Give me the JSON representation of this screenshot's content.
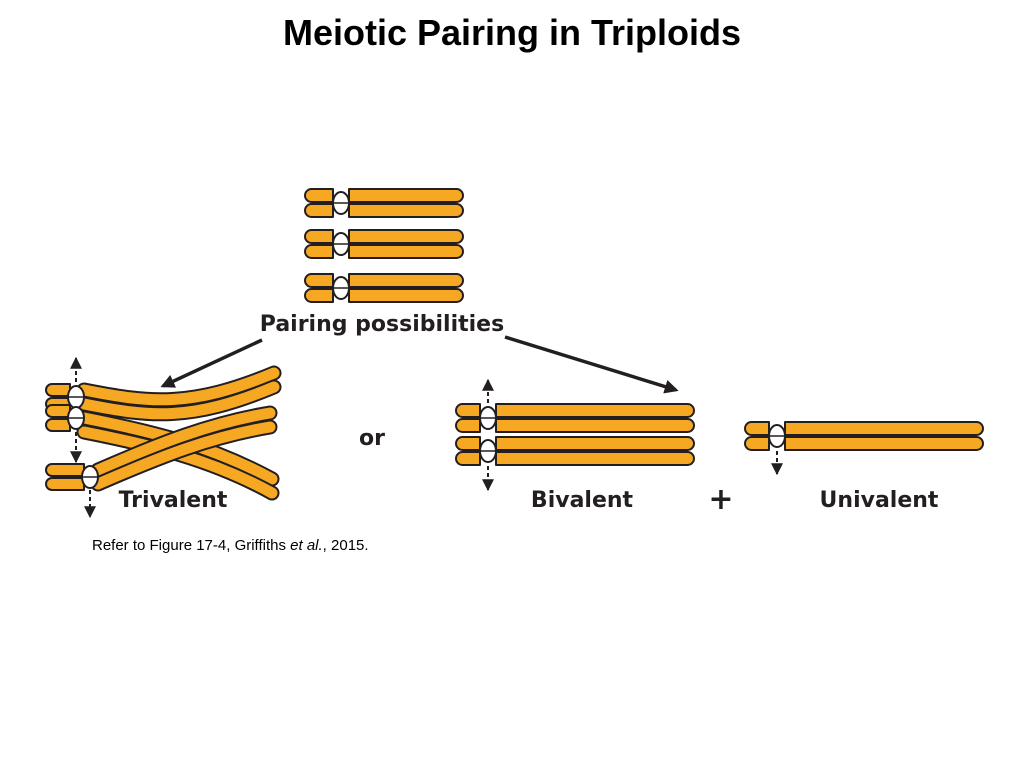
{
  "slide": {
    "title": "Meiotic Pairing in Triploids"
  },
  "diagram": {
    "top_label": "Pairing possibilities",
    "connector": "or",
    "plus_sign": "+",
    "trivalent_label": "Trivalent",
    "bivalent_label": "Bivalent",
    "univalent_label": "Univalent",
    "colors": {
      "chromosome_fill": "#f7a823",
      "outline": "#231f20",
      "centromere": "#ffffff"
    }
  },
  "citation": {
    "prefix": "Refer to Figure 17-4, Griffiths ",
    "italic": "et al.",
    "suffix": ", 2015."
  }
}
